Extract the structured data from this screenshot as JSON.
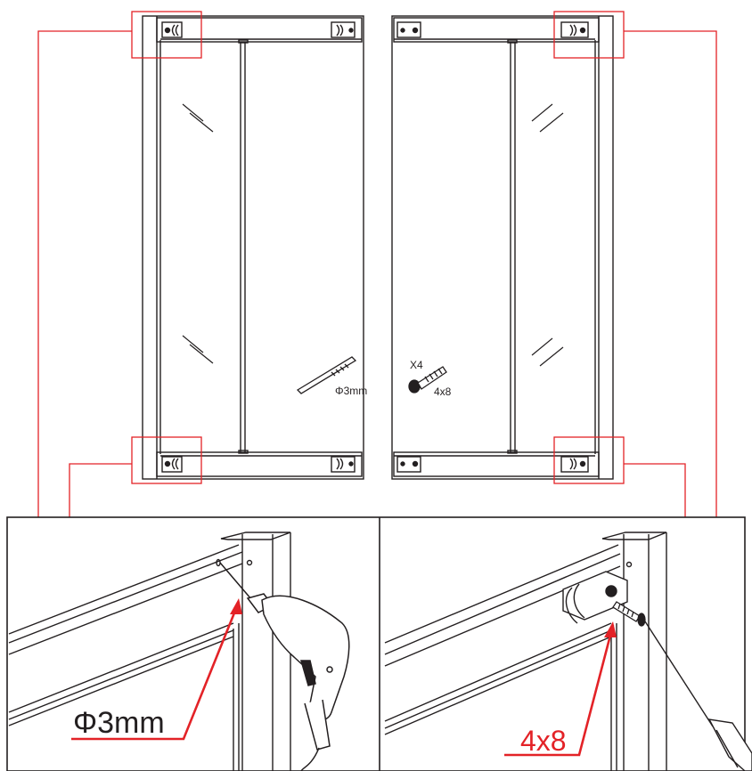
{
  "parts": {
    "drill_bit_label": "Φ3mm",
    "screw_qty": "X4",
    "screw_size": "4x8"
  },
  "callouts": {
    "drill_label": "Φ3mm",
    "screw_label": "4x8"
  },
  "colors": {
    "line": "#231f20",
    "callout": "#e32227",
    "glass_hatch": "#231f20",
    "background": "#ffffff"
  },
  "icons": [
    "drill-bit-icon",
    "screw-icon",
    "electric-drill-icon",
    "screwdriver-icon"
  ]
}
